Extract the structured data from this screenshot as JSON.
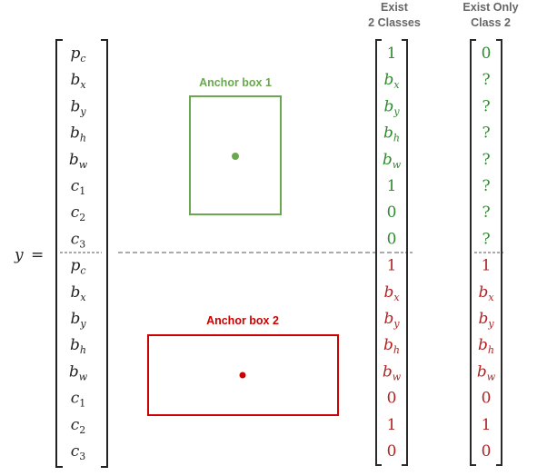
{
  "y_label": "y",
  "equals": "=",
  "rows": [
    {
      "base": "p",
      "sub": "c"
    },
    {
      "base": "b",
      "sub": "x"
    },
    {
      "base": "b",
      "sub": "y"
    },
    {
      "base": "b",
      "sub": "h"
    },
    {
      "base": "b",
      "sub": "w"
    },
    {
      "base": "c",
      "sub": "1"
    },
    {
      "base": "c",
      "sub": "2"
    },
    {
      "base": "c",
      "sub": "3"
    },
    {
      "base": "p",
      "sub": "c"
    },
    {
      "base": "b",
      "sub": "x"
    },
    {
      "base": "b",
      "sub": "y"
    },
    {
      "base": "b",
      "sub": "h"
    },
    {
      "base": "b",
      "sub": "w"
    },
    {
      "base": "c",
      "sub": "1"
    },
    {
      "base": "c",
      "sub": "2"
    },
    {
      "base": "c",
      "sub": "3"
    }
  ],
  "anchor_box_1": {
    "label": "Anchor box 1",
    "color": "#6aa84f"
  },
  "anchor_box_2": {
    "label": "Anchor box 2",
    "color": "#cc0000"
  },
  "column_exist_2_classes": {
    "header_line1": "Exist",
    "header_line2": "2 Classes",
    "values": [
      "1",
      "b_x",
      "b_y",
      "b_h",
      "b_w",
      "1",
      "0",
      "0",
      "1",
      "b_x",
      "b_y",
      "b_h",
      "b_w",
      "0",
      "1",
      "0"
    ]
  },
  "column_exist_only_class_2": {
    "header_line1": "Exist Only",
    "header_line2": "Class 2",
    "values": [
      "0",
      "?",
      "?",
      "?",
      "?",
      "?",
      "?",
      "?",
      "1",
      "b_x",
      "b_y",
      "b_h",
      "b_w",
      "0",
      "1",
      "0"
    ]
  },
  "colors": {
    "green": "#2e8b2e",
    "red": "#b22222",
    "text": "#222222",
    "divider": "#555555"
  }
}
